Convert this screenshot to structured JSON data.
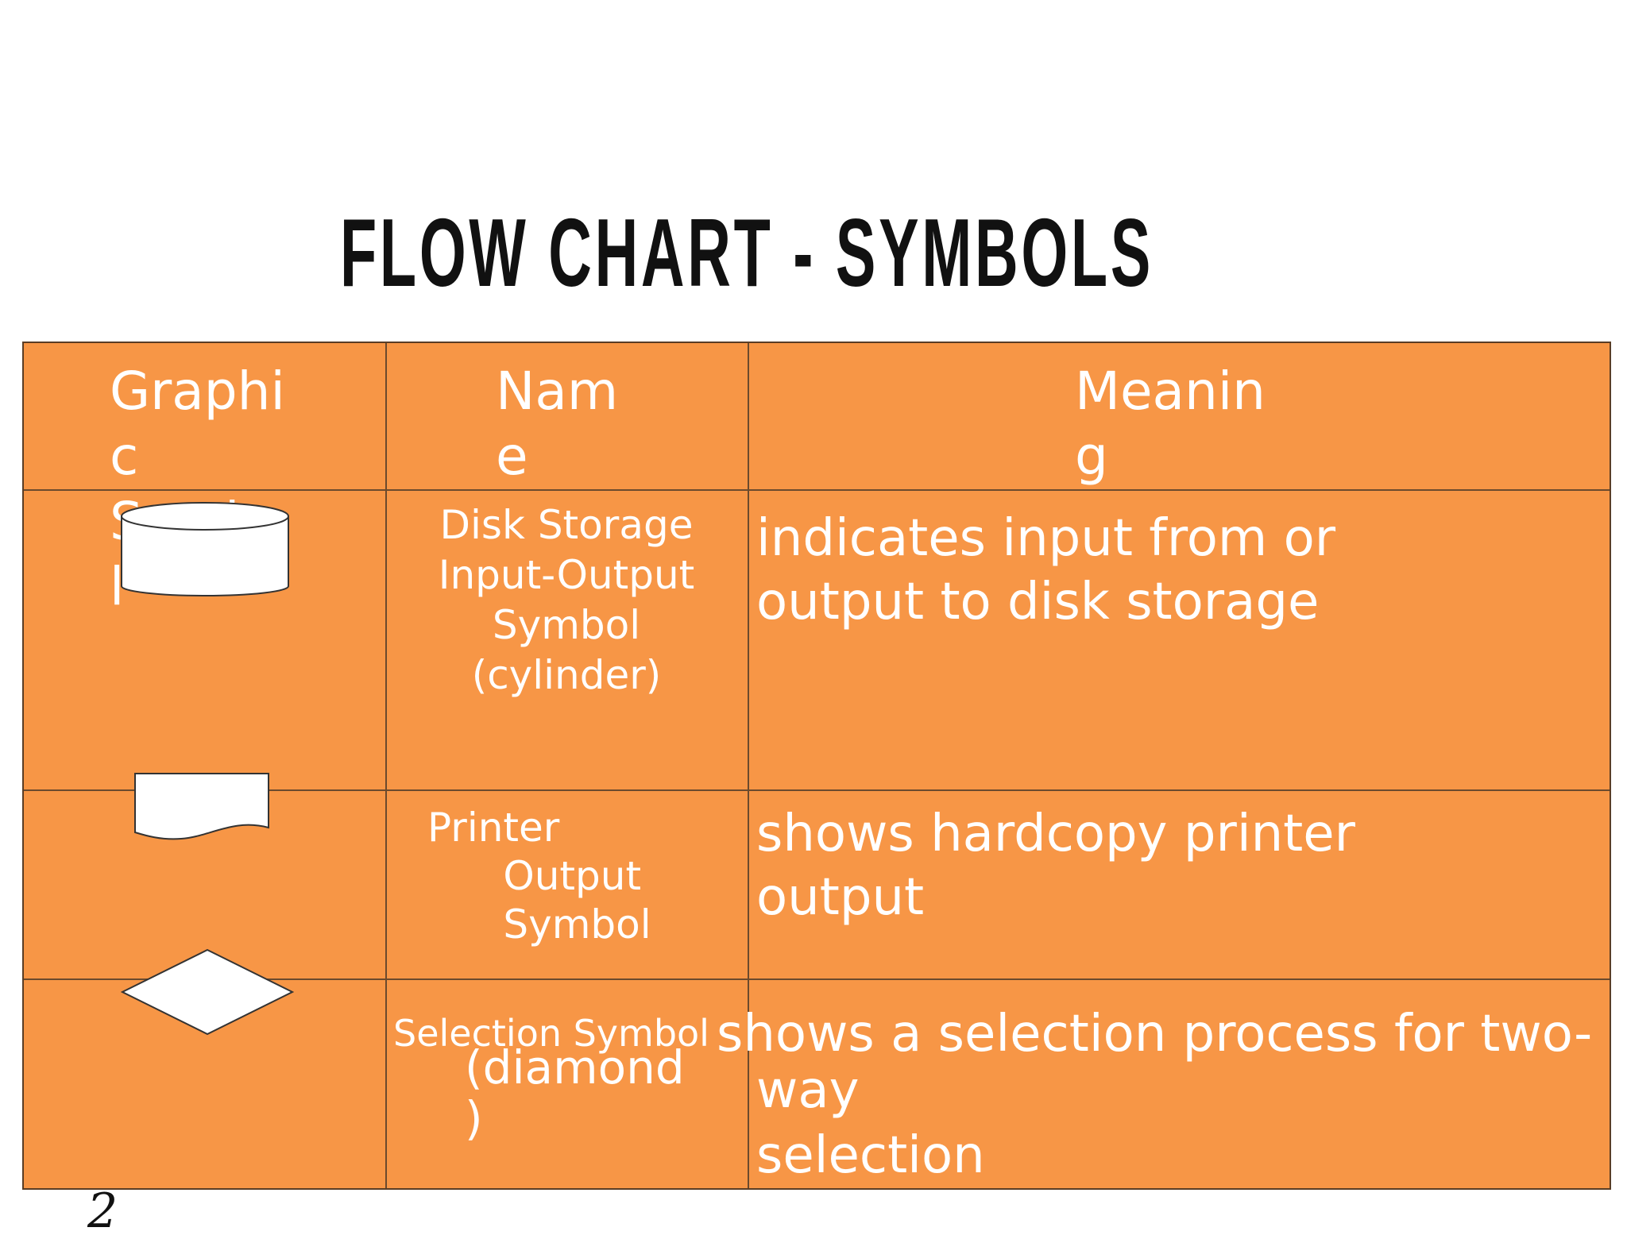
{
  "title": "FLOW  CHART  -  SYMBOLS",
  "table": {
    "headers": {
      "graphic": "Graphi\nc\nSymbo\nl",
      "name": "Nam\ne",
      "meaning": "Meanin\ng"
    },
    "rows": [
      {
        "icon": "cylinder-icon",
        "name": "Disk Storage\nInput-Output\nSymbol\n(cylinder)",
        "meaning": "indicates input from or\noutput to disk storage"
      },
      {
        "icon": "document-icon",
        "name": "Printer\n      Output\n      Symbol",
        "meaning": "shows hardcopy printer\noutput"
      },
      {
        "icon": "diamond-icon",
        "name_line1": "Selection Symbol",
        "name_line2": "(diamond\n)",
        "meaning_line1": "shows a selection process for two-",
        "meaning_line2": "way\nselection"
      }
    ]
  },
  "colors": {
    "table_bg": "#f79646",
    "text": "#ffffff",
    "border": "#6b4a2d"
  },
  "page_number": "2"
}
